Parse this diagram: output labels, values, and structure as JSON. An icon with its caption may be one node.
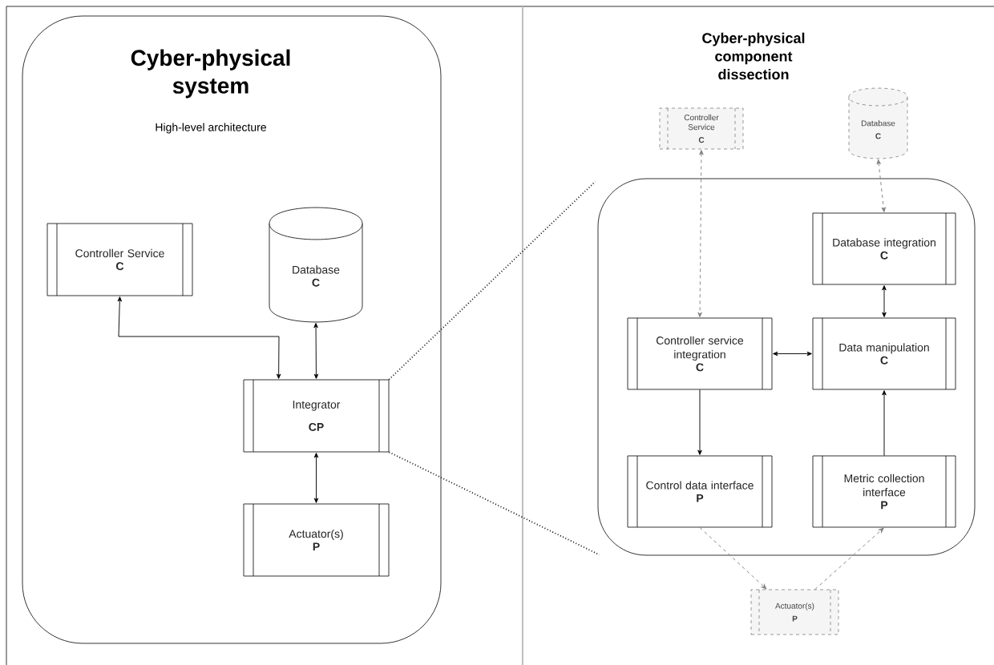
{
  "diagram": {
    "nodes": [
      {
        "text": [
          "Cyber-physical system",
          "High-level architecture"
        ]
      },
      {
        "text": [
          "Controller Service",
          "C"
        ],
        "in": 0
      },
      {
        "text": [
          "Database",
          "C"
        ],
        "in": 0
      },
      {
        "text": [
          "Integrator",
          "CP"
        ],
        "in": 0
      },
      {
        "text": [
          "Actuator(s)",
          "P"
        ],
        "in": 0
      },
      {
        "text": [
          "Controller Service",
          "C"
        ]
      },
      {
        "text": [
          "Database",
          "C"
        ]
      },
      {
        "text": [],
        "shape": "box"
      },
      {
        "text": [
          "Database integration",
          "C"
        ],
        "in": 7
      },
      {
        "text": [
          "Controller service integration",
          "C"
        ],
        "in": 7
      },
      {
        "text": [
          "Data manipulation",
          "C"
        ],
        "in": 7
      },
      {
        "text": [
          "Control data interface",
          "P"
        ],
        "in": 7
      },
      {
        "text": [
          "Metric collection interface",
          "P"
        ],
        "in": 7
      },
      {
        "text": [
          "Actuator(s)",
          "P"
        ]
      }
    ],
    "edges": [
      {
        "from": 3,
        "to": 1,
        "arrow": "both"
      },
      {
        "from": 2,
        "to": 3,
        "arrow": "both"
      },
      {
        "from": 3,
        "to": 4,
        "arrow": "both"
      },
      {
        "from": 5,
        "to": 9,
        "arrow": "both",
        "style": "dashed",
        "color": "#808080"
      },
      {
        "from": 6,
        "to": 8,
        "arrow": "both",
        "style": "dashed",
        "color": "#808080"
      },
      {
        "from": 8,
        "to": 10,
        "arrow": "both"
      },
      {
        "from": 9,
        "to": 10,
        "arrow": "both"
      },
      {
        "from": 9,
        "to": 11,
        "arrow": "to"
      },
      {
        "from": 12,
        "to": 10,
        "arrow": "to"
      },
      {
        "from": 11,
        "to": 13,
        "arrow": "to",
        "style": "dashed",
        "color": "#808080"
      },
      {
        "from": 13,
        "to": 12,
        "arrow": "to",
        "style": "dashed",
        "color": "#808080"
      },
      {
        "from": 3,
        "to": 7,
        "arrow": "none",
        "style": "dashed"
      },
      {
        "from": 3,
        "to": 7,
        "arrow": "none",
        "style": "dashed"
      }
    ],
    "labels": [
      "Cyber-physical component dissection"
    ]
  }
}
